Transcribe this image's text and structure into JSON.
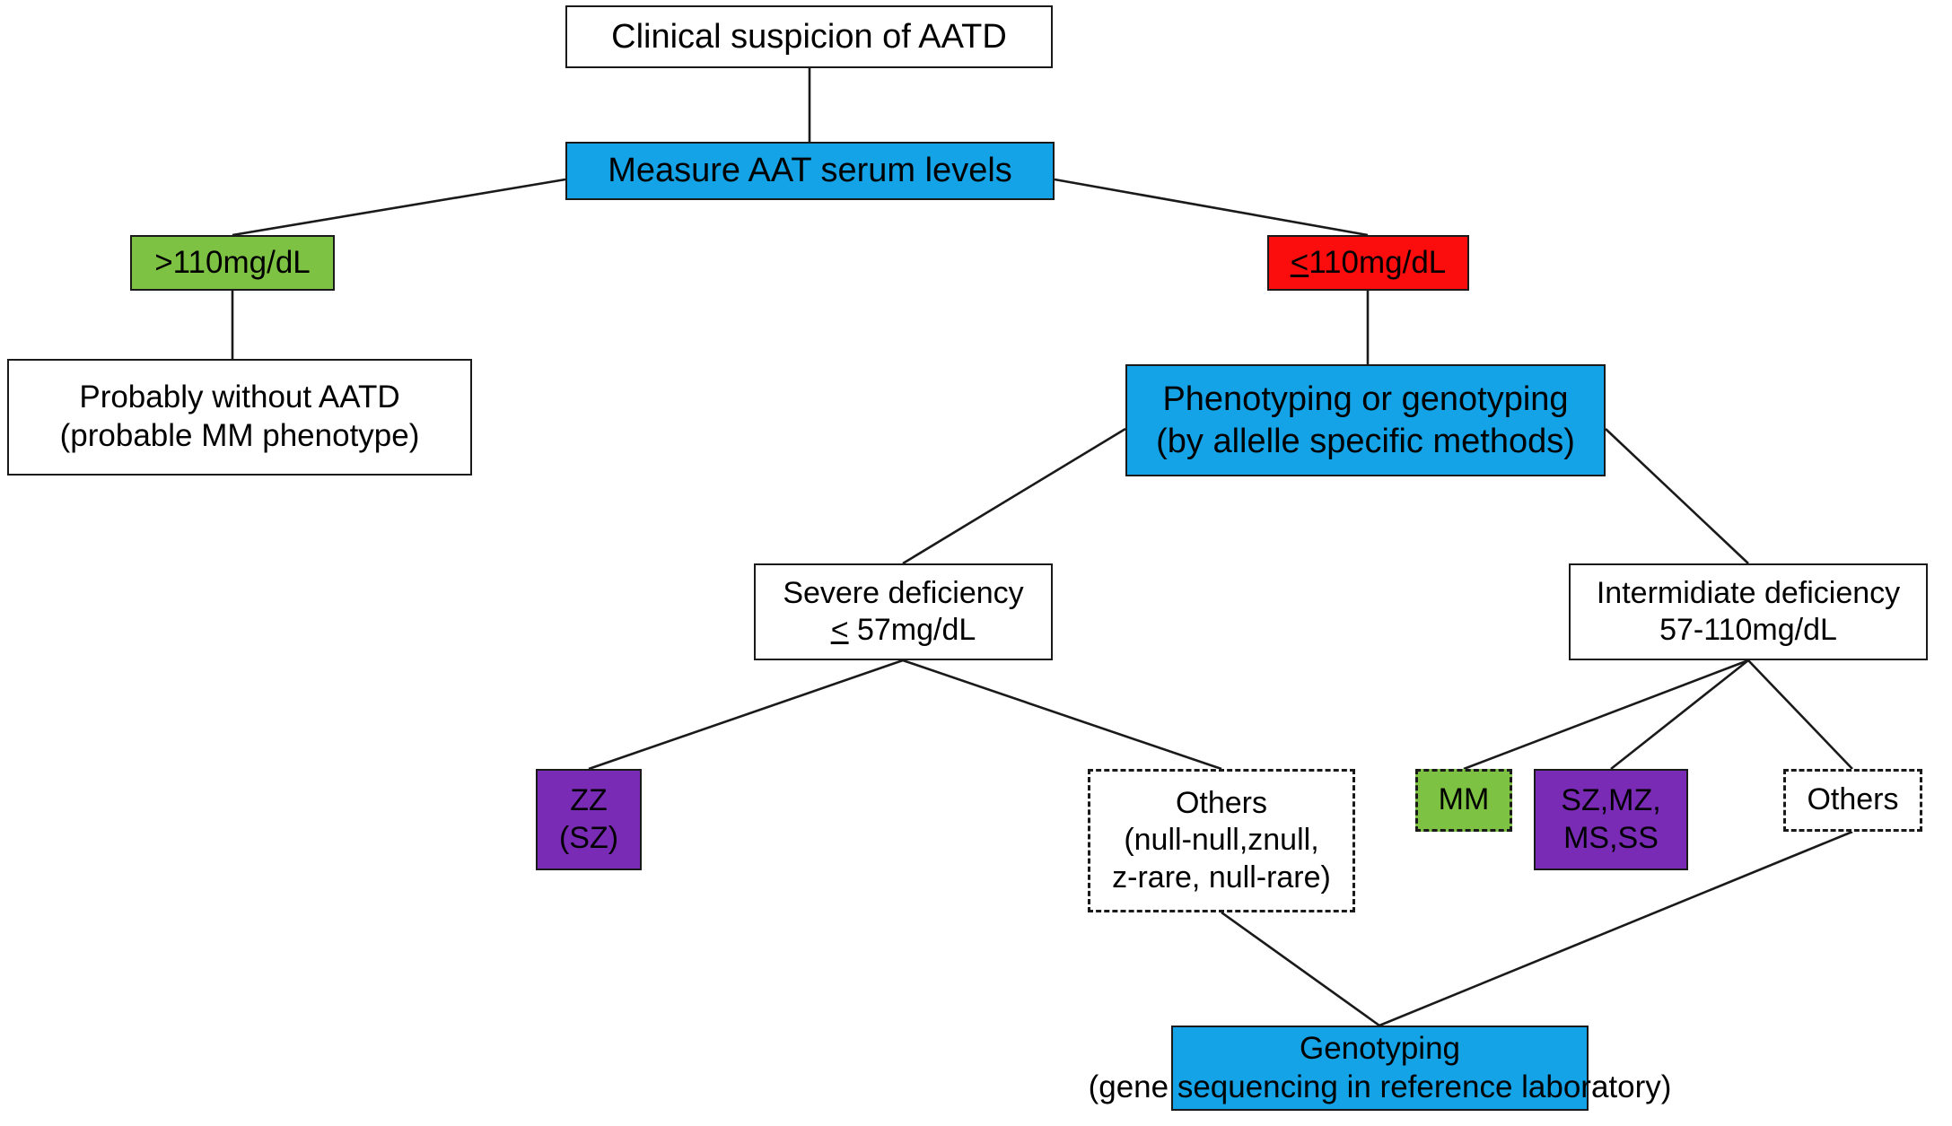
{
  "diagram": {
    "title": "AATD diagnostic algorithm flowchart",
    "colors": {
      "blue": "#14A3E6",
      "green": "#7DC242",
      "red": "#FC0D0D",
      "purple": "#7A2BB5",
      "white": "#FFFFFF",
      "border": "#1A1A1A"
    },
    "nodes": {
      "clinical": {
        "line1": "Clinical suspicion of AATD"
      },
      "measure": {
        "line1": "Measure AAT serum levels"
      },
      "gt110": {
        "line1": ">110mg/dL"
      },
      "lte110": {
        "prefix": "<",
        "line1": "110mg/dL"
      },
      "probably": {
        "line1": "Probably without AATD",
        "line2": "(probable MM phenotype)"
      },
      "phenotyping": {
        "line1": "Phenotyping or genotyping",
        "line2": "(by allelle specific methods)"
      },
      "severe": {
        "line1": "Severe deficiency",
        "prefix": "<",
        "line2": " 57mg/dL"
      },
      "intermediate": {
        "line1": "Intermidiate deficiency",
        "line2": "57-110mg/dL"
      },
      "zz": {
        "line1": "ZZ",
        "line2": "(SZ)"
      },
      "others_left": {
        "line1": "Others",
        "line2": "(null-null,znull,",
        "line3": "z-rare, null-rare)"
      },
      "mm": {
        "line1": "MM"
      },
      "szmz": {
        "line1": "SZ,MZ,",
        "line2": "MS,SS"
      },
      "others_right": {
        "line1": "Others"
      },
      "genotyping": {
        "line1": "Genotyping",
        "line2": "(gene sequencing in reference laboratory)"
      }
    }
  }
}
